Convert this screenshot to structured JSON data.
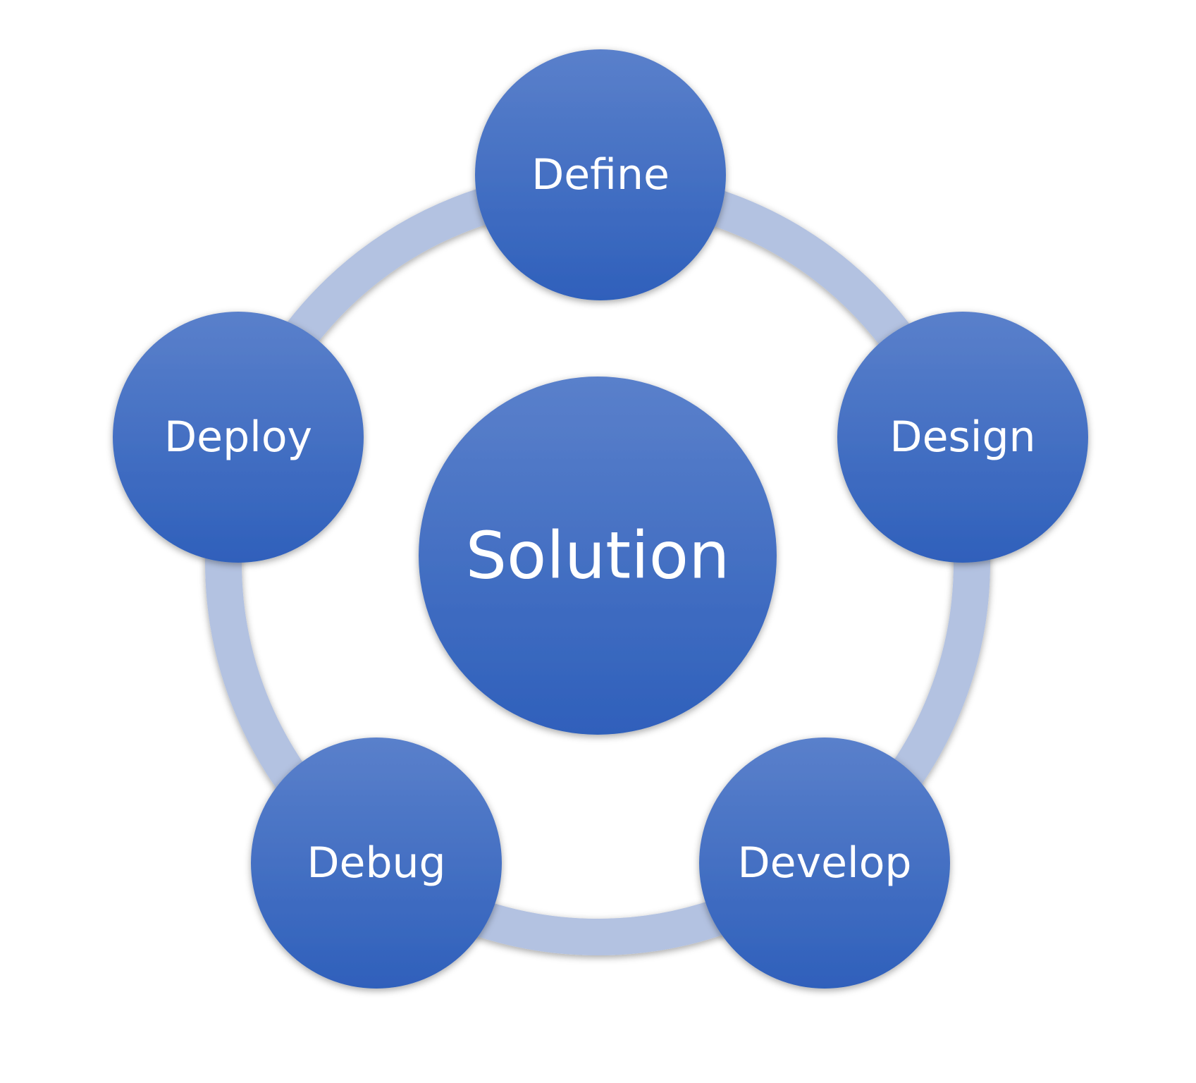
{
  "diagram": {
    "center": {
      "label": "Solution"
    },
    "nodes": [
      {
        "label": "Define"
      },
      {
        "label": "Design"
      },
      {
        "label": "Develop"
      },
      {
        "label": "Debug"
      },
      {
        "label": "Deploy"
      }
    ],
    "colors": {
      "node_fill_top": "#5a80cb",
      "node_fill_bottom": "#2f60bb",
      "ring": "#b3c2e1",
      "label": "#ffffff",
      "background": "#ffffff"
    }
  }
}
